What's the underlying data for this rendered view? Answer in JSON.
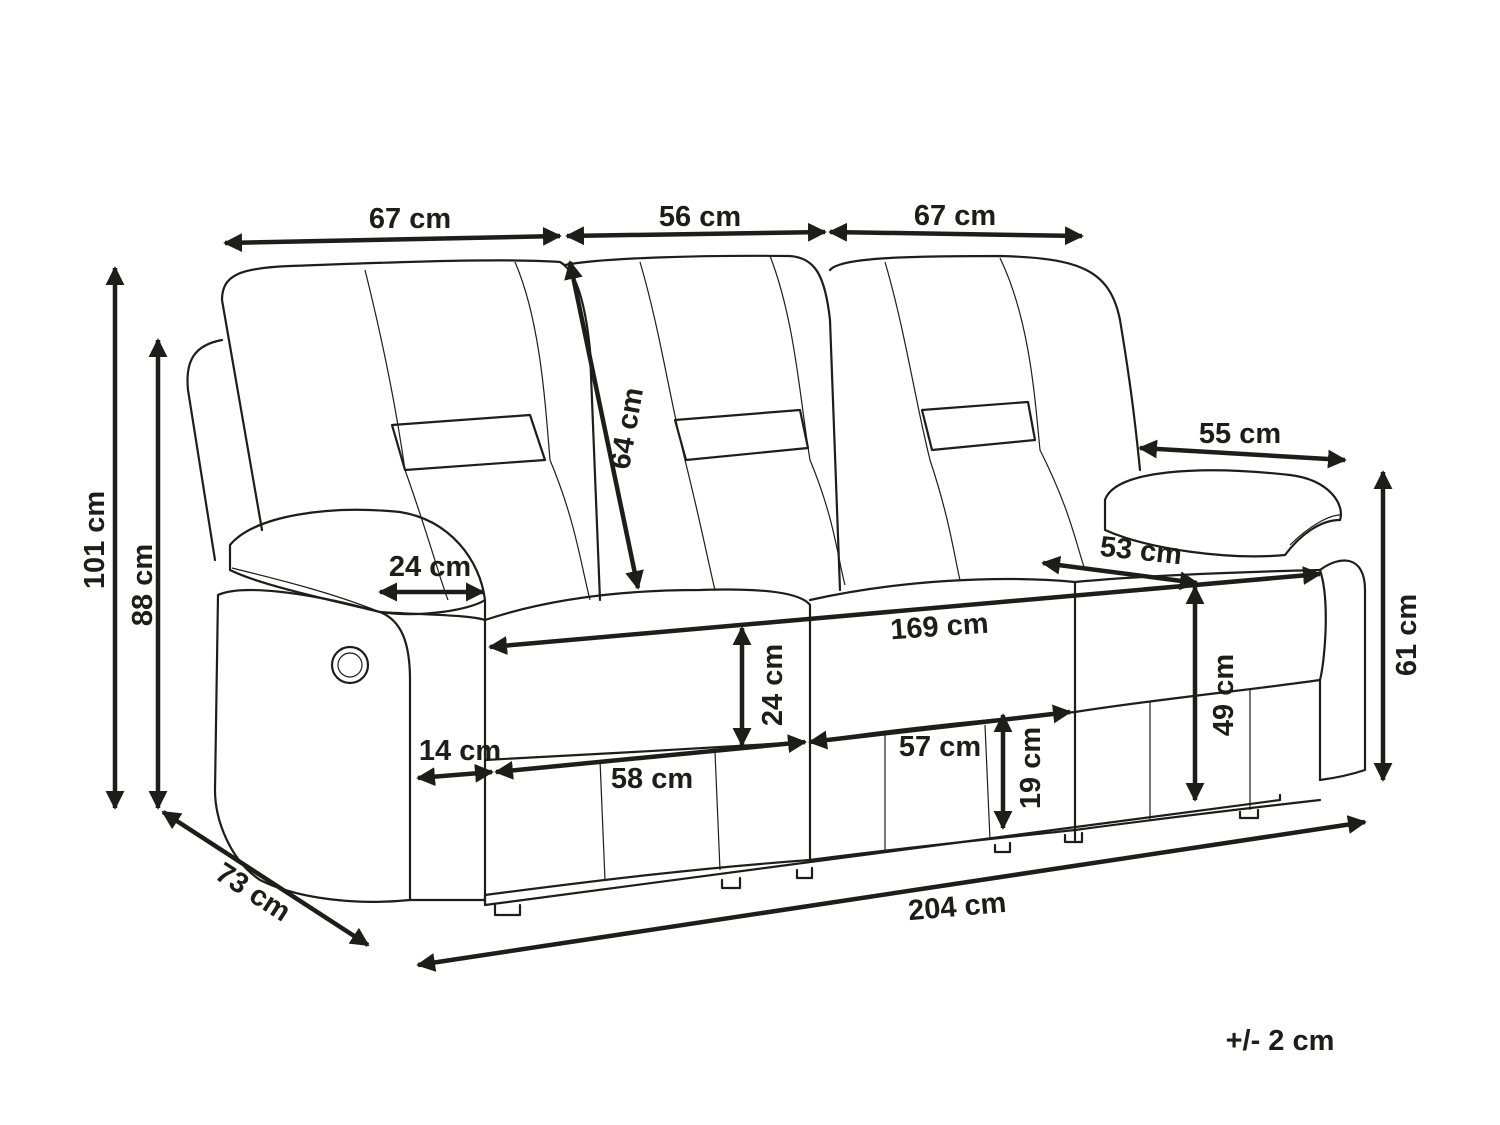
{
  "drawing": {
    "subject": "sofa",
    "tolerance": "+/- 2 cm",
    "line_color": "#1d1d1b",
    "dimensions": {
      "back_left_width": "67 cm",
      "back_middle_width": "56 cm",
      "back_right_width": "67 cm",
      "armrest_depth": "55 cm",
      "total_height": "101 cm",
      "armrest_outer_height": "88 cm",
      "armrest_height": "61 cm",
      "backrest_height": "64 cm",
      "armrest_width": "24 cm",
      "seat_depth": "53 cm",
      "seat_width": "169 cm",
      "seat_cushion_height": "24 cm",
      "seat_height": "49 cm",
      "footrest_gap": "14 cm",
      "footrest_left_width": "58 cm",
      "footrest_middle_width": "57 cm",
      "footrest_height": "19 cm",
      "total_depth": "73 cm",
      "total_width": "204 cm"
    }
  }
}
